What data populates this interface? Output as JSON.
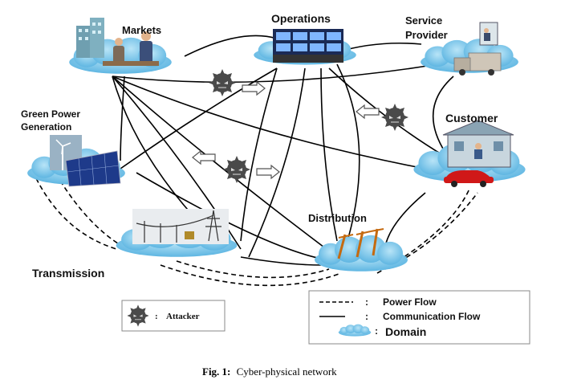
{
  "nodes": {
    "markets": "Markets",
    "operations": "Operations",
    "service_provider_line1": "Service",
    "service_provider_line2": "Provider",
    "green_line1": "Green Power",
    "green_line2": "Generation",
    "customer": "Customer",
    "distribution": "Distribution",
    "transmission": "Transmission"
  },
  "legend": {
    "power_flow": "Power Flow",
    "communication_flow": "Communication Flow",
    "domain": "Domain",
    "colon": ":",
    "attacker": "Attacker",
    "attacker_prefix": ":"
  },
  "caption": {
    "label": "Fig. 1:",
    "text": "Cyber-physical network"
  },
  "colors": {
    "cloud_fill": "#7ec8ea",
    "cloud_stroke": "#3a9bd0",
    "attacker_fill": "#4a4a4a",
    "arrow_fill": "#ffffff",
    "line": "#000000"
  },
  "icons": [
    "building-icon",
    "people-icon",
    "control-room-icon",
    "truck-icon",
    "phone-user-icon",
    "solar-panel-icon",
    "wind-turbine-icon",
    "house-icon",
    "car-icon",
    "pylon-icon",
    "utility-pole-icon",
    "attacker-icon"
  ]
}
